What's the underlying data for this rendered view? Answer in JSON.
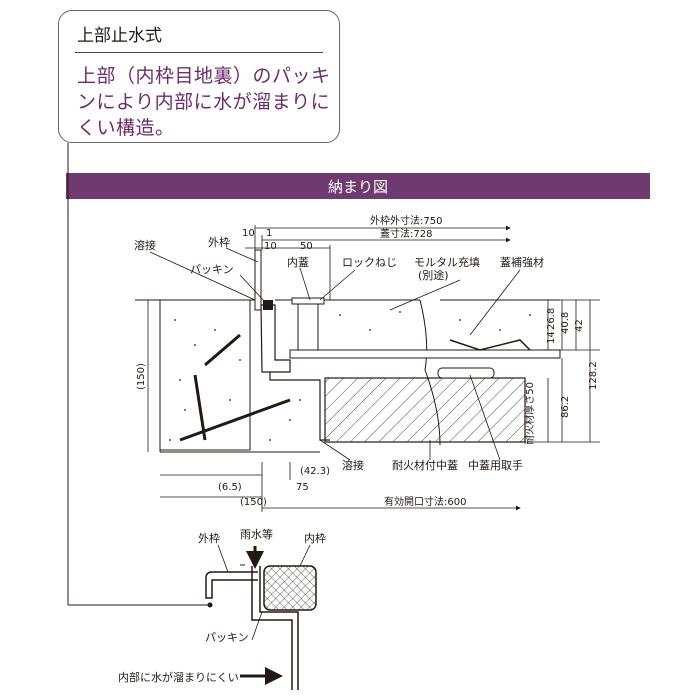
{
  "callout": {
    "title": "上部止水式",
    "body": "上部（内枠目地裏）のパッキンにより内部に水が溜まりにくい構造。"
  },
  "banner": {
    "title": "納まり図"
  },
  "drawing": {
    "labels": {
      "welding_top": "溶接",
      "outer_frame": "外枠",
      "packing": "パッキン",
      "inner_lid": "内蓋",
      "lock_screw": "ロックねじ",
      "mortar": "モルタル充填",
      "mortar_sub": "(別途)",
      "lid_reinforcement": "蓋補強材",
      "welding_bottom": "溶接",
      "fireproof_lid": "耐火材付中蓋",
      "handle": "中蓋用取手",
      "fireproof_thickness": "耐火材厚さ50"
    },
    "dimensions": {
      "outer_size": "外枠外寸法:750",
      "lid_size": "蓋寸法:728",
      "d10a": "10",
      "d1": "1",
      "d10b": "10",
      "d50": "50",
      "d150_side": "(150)",
      "d14": "14",
      "d26_8": "26.8",
      "d40_8": "40.8",
      "d42": "42",
      "d128_2": "128.2",
      "d86_2": "86.2",
      "d42_3": "(42.3)",
      "d6_5": "(6.5)",
      "d75": "75",
      "d150_bottom": "(150)",
      "opening": "有効開口寸法:600"
    },
    "detail": {
      "outer_frame": "外枠",
      "rainwater": "雨水等",
      "inner_frame": "内枠",
      "packing": "パッキン",
      "bottom_note": "内部に水が溜まりにくい"
    }
  }
}
